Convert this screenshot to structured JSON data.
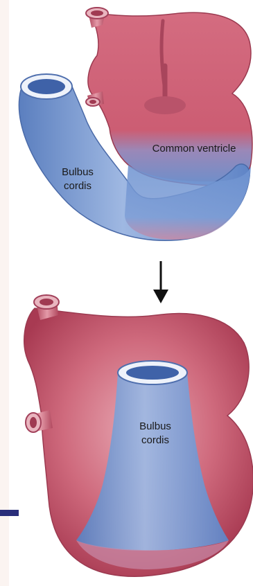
{
  "labels": {
    "top_ventricle": "Common ventricle",
    "top_bulbus_line1": "Bulbus",
    "top_bulbus_line2": "cordis",
    "bottom_bulbus_line1": "Bulbus",
    "bottom_bulbus_line2": "cordis"
  },
  "colors": {
    "ventricle": "#c8566a",
    "bulbus": "#6f92cf",
    "arrow": "#111111",
    "background": "#ffffff",
    "left_band": "#fbf4f1",
    "left_stripe": "#2a2e7a"
  },
  "icons": {
    "transition": "down-arrow-icon"
  }
}
